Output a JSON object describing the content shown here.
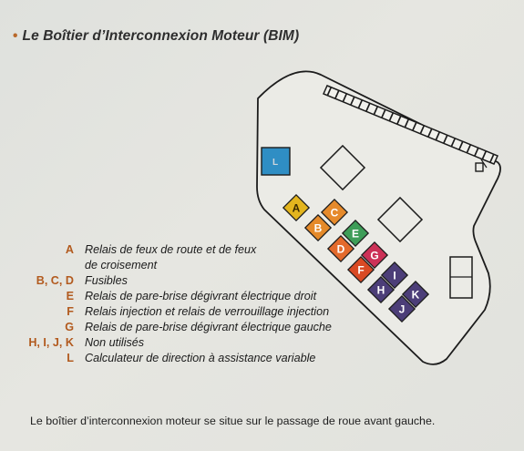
{
  "title": "Le Boîtier d’Interconnexion Moteur (BIM)",
  "diagram": {
    "relays": [
      {
        "letter": "A",
        "color": "#e3b51e"
      },
      {
        "letter": "B",
        "color": "#e58a2a"
      },
      {
        "letter": "C",
        "color": "#e68a2b"
      },
      {
        "letter": "D",
        "color": "#e36a2c"
      },
      {
        "letter": "E",
        "color": "#3e9d58"
      },
      {
        "letter": "F",
        "color": "#d94a24"
      },
      {
        "letter": "G",
        "color": "#cc3157"
      },
      {
        "letter": "H",
        "color": "#4c3e78"
      },
      {
        "letter": "I",
        "color": "#4c3e78"
      },
      {
        "letter": "J",
        "color": "#4c3e78"
      },
      {
        "letter": "K",
        "color": "#4c3e78"
      }
    ],
    "module_l": {
      "letter": "L",
      "color": "#2f8ec4"
    }
  },
  "legend": [
    {
      "code": "A",
      "desc": "Relais de feux de route et de feux"
    },
    {
      "code": "",
      "desc": "de croisement"
    },
    {
      "code": "B, C, D",
      "desc": "Fusibles"
    },
    {
      "code": "E",
      "desc": "Relais de pare-brise dégivrant électrique droit"
    },
    {
      "code": "F",
      "desc": "Relais injection et relais de verrouillage injection"
    },
    {
      "code": "G",
      "desc": "Relais de pare-brise dégivrant électrique gauche"
    },
    {
      "code": "H, I, J, K",
      "desc": "Non utilisés"
    },
    {
      "code": "L",
      "desc": "Calculateur de direction à assistance variable"
    }
  ],
  "caption": "Le boîtier d’interconnexion moteur se situe sur le passage de roue avant gauche."
}
